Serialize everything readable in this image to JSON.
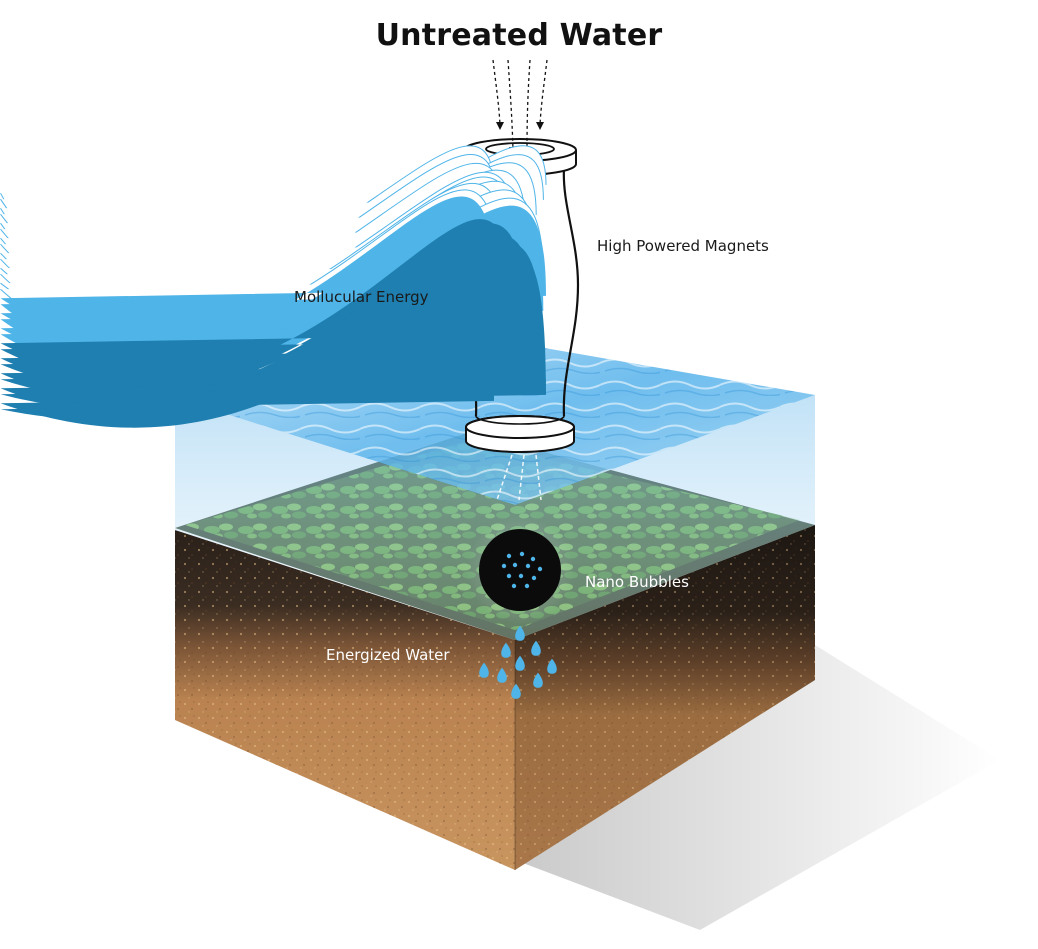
{
  "title": "Untreated Water",
  "labels": {
    "magnets": "High Powered Magnets",
    "energy": "Mollucular Energy",
    "bubbles": "Nano Bubbles",
    "energized": "Energized Water"
  },
  "colors": {
    "water_light": "#cfe8fa",
    "water_blue": "#49a8e6",
    "plant_green": "#3f8f2a",
    "topsoil": "#2e241c",
    "subsoil": "#c08a55",
    "droplet_blue": "#4fb4e8",
    "droplet_dark": "#1e7fb0"
  }
}
